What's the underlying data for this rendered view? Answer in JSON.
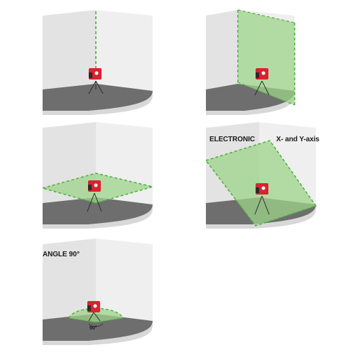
{
  "figure": {
    "panels": [
      {
        "id": "vertical-plane",
        "label": ""
      },
      {
        "id": "vertical-plane-diagonal",
        "label": ""
      },
      {
        "id": "horizontal-plane",
        "label": ""
      },
      {
        "id": "inclined-plane",
        "label": "ELECTRONIC",
        "label_right": "X- and Y-axis"
      },
      {
        "id": "right-angle",
        "label": "ANGLE 90°",
        "angle_label": "90°"
      }
    ]
  },
  "colors": {
    "wall_left": "#e3e3e3",
    "wall_right": "#efefef",
    "floor": "#6e6e6e",
    "floor_edge": "#d8d8d8",
    "laser_green": "#4cae3c",
    "plane_fill": "#9ed48a",
    "device_red": "#d9232e"
  }
}
